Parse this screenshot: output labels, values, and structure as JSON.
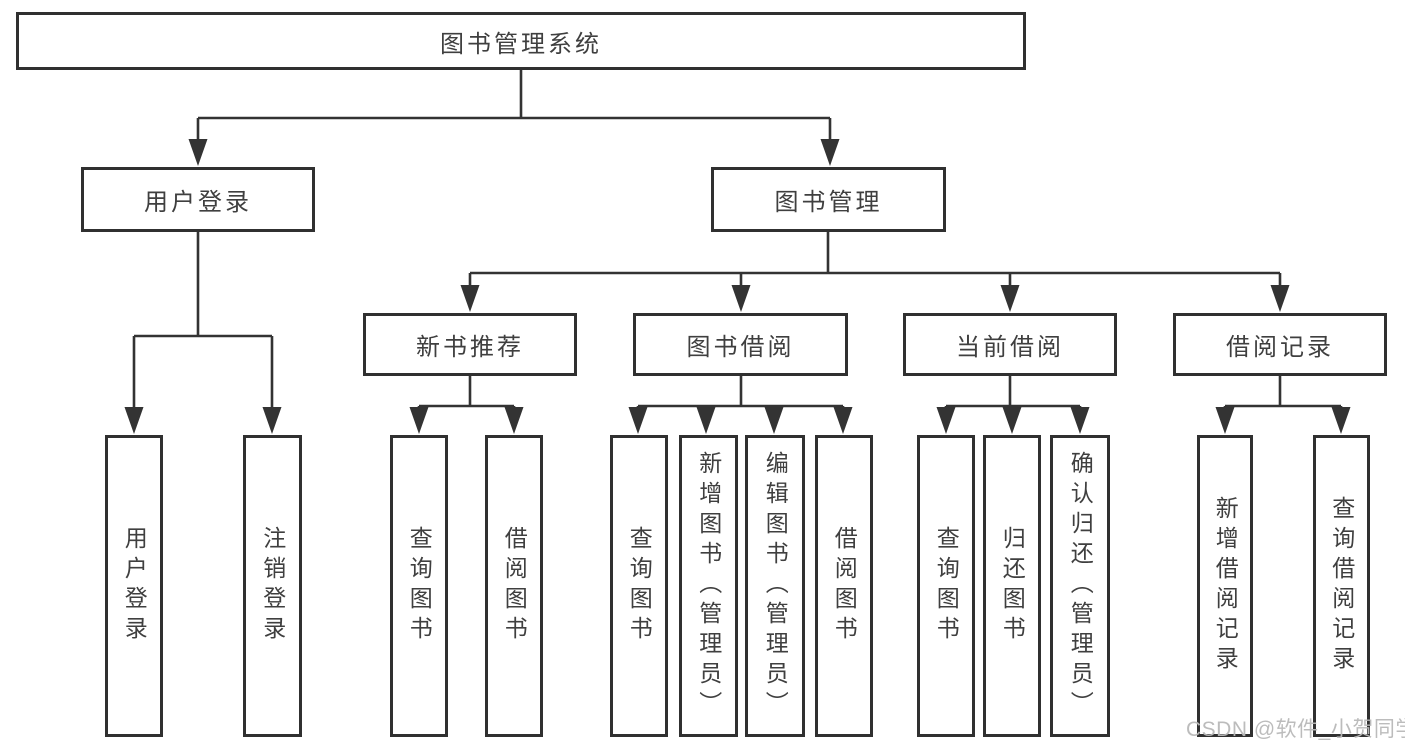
{
  "nodes": {
    "root": "图书管理系统",
    "level2": [
      "用户登录",
      "图书管理"
    ],
    "level3": [
      "新书推荐",
      "图书借阅",
      "当前借阅",
      "借阅记录"
    ],
    "leaves": {
      "user_login": [
        "用户登录",
        "注销登录"
      ],
      "new_book_recommend": [
        "查询图书",
        "借阅图书"
      ],
      "book_borrow": [
        "查询图书",
        "新增图书（管理员）",
        "编辑图书（管理员）",
        "借阅图书"
      ],
      "current_borrow": [
        "查询图书",
        "归还图书",
        "确认归还（管理员）"
      ],
      "borrow_records": [
        "新增借阅记录",
        "查询借阅记录"
      ]
    }
  },
  "watermark": "CSDN @软件_小贺同学",
  "colors": {
    "line": "#333333",
    "border": "#303030",
    "text": "#3f3f3f",
    "watermark": "#b9b9b9"
  }
}
